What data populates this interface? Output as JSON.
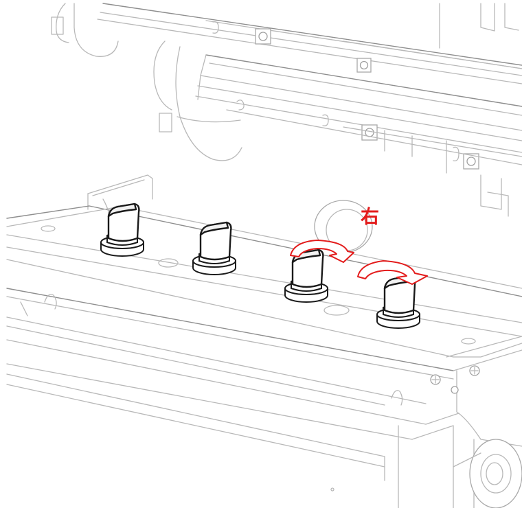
{
  "labels": {
    "direction": "右"
  },
  "colors": {
    "arrow": "#e31b1b",
    "text": "#e31b1b",
    "knob_outline": "#1a1a1a",
    "machine_lines": "#b8b8b8"
  },
  "elements": {
    "knobs": [
      "pressure-knob-1",
      "pressure-knob-2",
      "pressure-knob-3",
      "pressure-knob-4"
    ],
    "arrows": [
      "rotation-arrow-3",
      "rotation-arrow-4"
    ]
  }
}
